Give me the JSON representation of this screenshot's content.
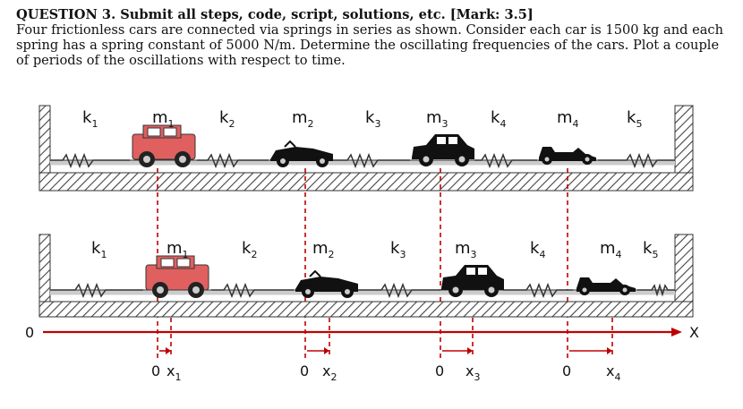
{
  "question": {
    "title": "QUESTION 3. Submit all steps, code, script, solutions, etc. [Mark: 3.5]",
    "body": "Four frictionless cars are connected via springs in series as shown. Consider each car is 1500 kg and each spring has a spring constant of 5000 N/m. Determine the oscillating frequencies of the cars. Plot a couple of periods of the oscillations with respect to time."
  },
  "diagram": {
    "top_labels": [
      {
        "base": "k",
        "sub": "1"
      },
      {
        "base": "m",
        "sub": "1"
      },
      {
        "base": "k",
        "sub": "2"
      },
      {
        "base": "m",
        "sub": "2"
      },
      {
        "base": "k",
        "sub": "3"
      },
      {
        "base": "m",
        "sub": "3"
      },
      {
        "base": "k",
        "sub": "4"
      },
      {
        "base": "m",
        "sub": "4"
      },
      {
        "base": "k",
        "sub": "5"
      }
    ],
    "bottom_labels": [
      {
        "base": "k",
        "sub": "1"
      },
      {
        "base": "m",
        "sub": "1"
      },
      {
        "base": "k",
        "sub": "2"
      },
      {
        "base": "m",
        "sub": "2"
      },
      {
        "base": "k",
        "sub": "3"
      },
      {
        "base": "m",
        "sub": "3"
      },
      {
        "base": "k",
        "sub": "4"
      },
      {
        "base": "m",
        "sub": "4"
      },
      {
        "base": "k",
        "sub": "5"
      }
    ],
    "axis": {
      "origin": "0",
      "x_label": "X"
    },
    "disp_labels": [
      {
        "zero": "0",
        "x": "x",
        "sub": "1"
      },
      {
        "zero": "0",
        "x": "x",
        "sub": "2"
      },
      {
        "zero": "0",
        "x": "x",
        "sub": "3"
      },
      {
        "zero": "0",
        "x": "x",
        "sub": "4"
      }
    ],
    "colors": {
      "axis": "#c00000",
      "jeep": "#e06060",
      "hatch": "#555555"
    }
  }
}
